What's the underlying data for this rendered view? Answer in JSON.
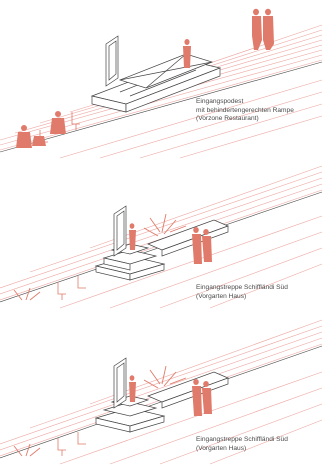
{
  "panels": [
    {
      "caption_lines": [
        "Eingangspodest",
        "mit behindertengerechten Rampe",
        "(Vorzone Restaurant)"
      ]
    },
    {
      "caption_lines": [
        "Eingangstreppe Schiffländi Süd",
        "(Vorgarten Haus)"
      ]
    },
    {
      "caption_lines": [
        "Eingangstreppe Schiffländi Süd",
        "(Vorgarten Haus)"
      ]
    }
  ],
  "colors": {
    "accent": "#e07a6a",
    "hatch": "#e8908a",
    "line": "#444444"
  }
}
